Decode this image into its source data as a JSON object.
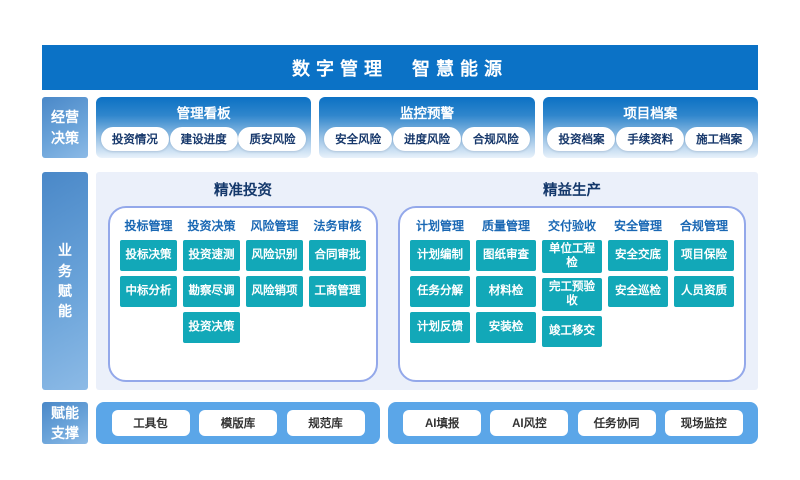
{
  "banner": {
    "title": "数字管理　智慧能源"
  },
  "sections": {
    "decision": {
      "sidebar_label": "经营\n决策",
      "panels": [
        {
          "title": "管理看板",
          "pills": [
            "投资情况",
            "建设进度",
            "质安风险"
          ]
        },
        {
          "title": "监控预警",
          "pills": [
            "安全风险",
            "进度风险",
            "合规风险"
          ]
        },
        {
          "title": "项目档案",
          "pills": [
            "投资档案",
            "手续资料",
            "施工档案"
          ]
        }
      ]
    },
    "business": {
      "sidebar_label": "业\n务\n赋\n能",
      "groups": [
        {
          "title": "精准投资",
          "columns": [
            {
              "header": "投标管理",
              "items": [
                "投标决策",
                "中标分析"
              ]
            },
            {
              "header": "投资决策",
              "items": [
                "投资速测",
                "勘察尽调",
                "投资决策"
              ]
            },
            {
              "header": "风险管理",
              "items": [
                "风险识别",
                "风险销项"
              ]
            },
            {
              "header": "法务审核",
              "items": [
                "合同审批",
                "工商管理"
              ]
            }
          ]
        },
        {
          "title": "精益生产",
          "columns": [
            {
              "header": "计划管理",
              "items": [
                "计划编制",
                "任务分解",
                "计划反馈"
              ]
            },
            {
              "header": "质量管理",
              "items": [
                "图纸审查",
                "材料检",
                "安装检"
              ]
            },
            {
              "header": "交付验收",
              "items": [
                "单位工程检",
                "完工预验收",
                "竣工移交"
              ]
            },
            {
              "header": "安全管理",
              "items": [
                "安全交底",
                "安全巡检"
              ]
            },
            {
              "header": "合规管理",
              "items": [
                "项目保险",
                "人员资质"
              ]
            }
          ]
        }
      ]
    },
    "support": {
      "sidebar_label": "赋能\n支撑",
      "boxes": [
        {
          "buttons": [
            "工具包",
            "模版库",
            "规范库"
          ]
        },
        {
          "buttons": [
            "AI填报",
            "AI风控",
            "任务协同",
            "现场监控"
          ]
        }
      ]
    }
  },
  "colors": {
    "banner_blue": "#0b72c6",
    "sidebar_gradient_start": "#4a88c8",
    "sidebar_gradient_end": "#8cbae6",
    "module_teal": "#12a8b8",
    "support_box_blue": "#5ba6e8",
    "panel_background": "#ebf0fa",
    "inner_box_border": "#93a8ea",
    "column_header_blue": "#1a68b4",
    "group_title_navy": "#14386b",
    "pill_text_navy": "#17386b"
  }
}
